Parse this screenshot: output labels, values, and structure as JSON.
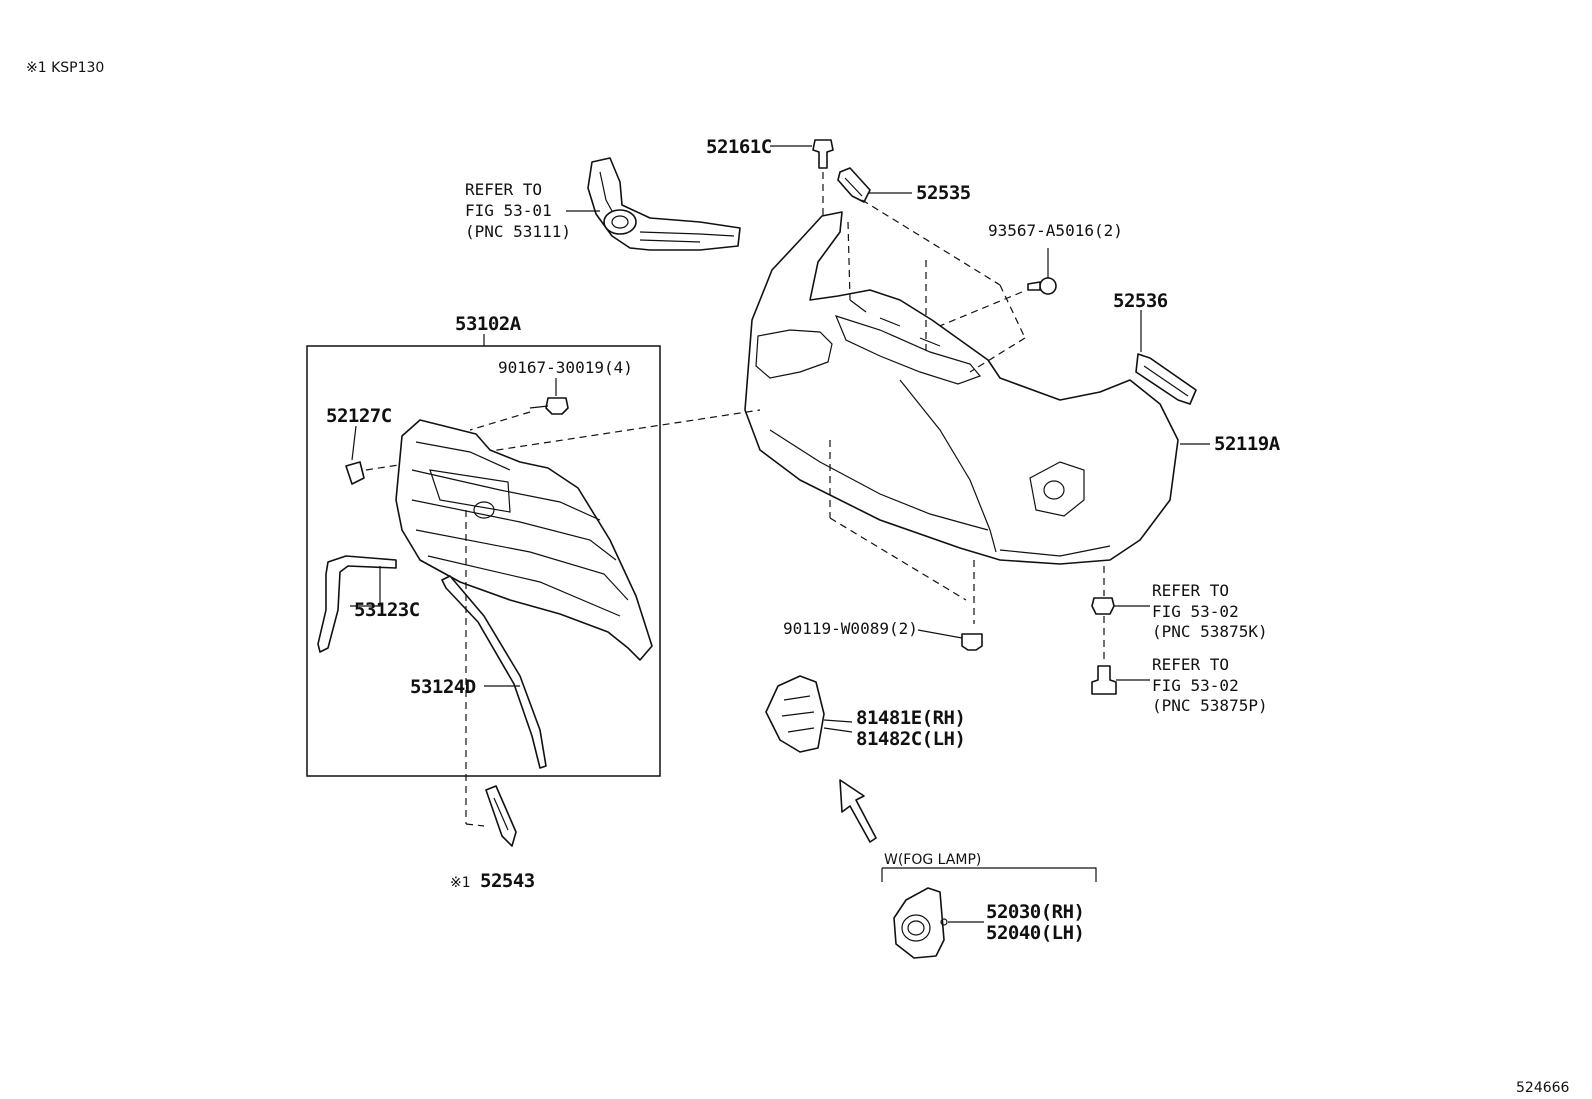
{
  "header_note": "※1  KSP130",
  "figure_number": "524666",
  "callouts": {
    "p52161C": "52161C",
    "p52535": "52535",
    "p93567": "93567-A5016(2)",
    "p52536": "52536",
    "p52119A": "52119A",
    "p53102A": "53102A",
    "p90167": "90167-30019(4)",
    "p52127C": "52127C",
    "p53123C": "53123C",
    "p53124D": "53124D",
    "p52543": "52543",
    "p52543_mark": "※1",
    "p90119": "90119-W0089(2)",
    "p81481E": "81481E(RH)",
    "p81482C": "81482C(LH)",
    "p52030": "52030(RH)",
    "p52040": "52040(LH)"
  },
  "references": {
    "grille": {
      "line1": "REFER TO",
      "line2": "FIG 53-01",
      "line3": "(PNC 53111)"
    },
    "nut_k": {
      "line1": "REFER TO",
      "line2": "FIG 53-02",
      "line3": "(PNC 53875K)"
    },
    "bolt_p": {
      "line1": "REFER TO",
      "line2": "FIG 53-02",
      "line3": "(PNC 53875P)"
    }
  },
  "fog_lamp_label": "W(FOG LAMP)"
}
